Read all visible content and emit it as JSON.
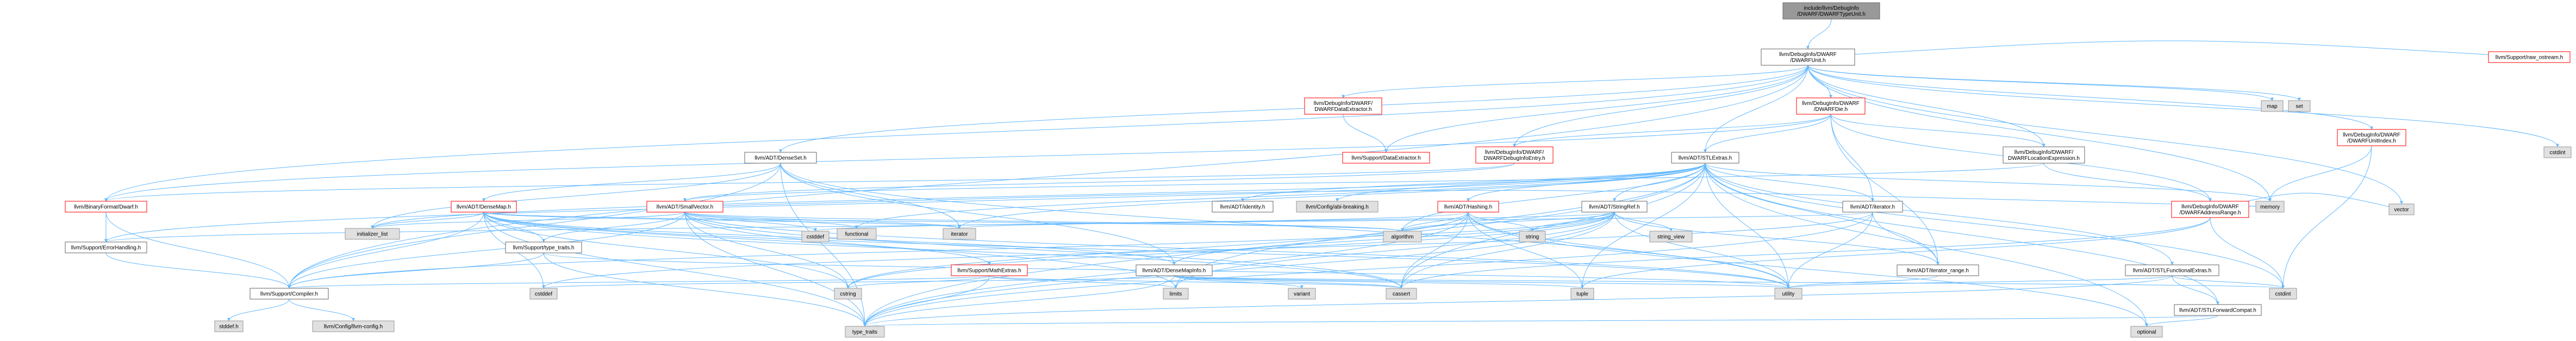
{
  "colors": {
    "root_fill": "#999999",
    "root_stroke": "#666666",
    "node_fill": "#ffffff",
    "node_stroke": "#666666",
    "missing_stroke": "#ff0000",
    "system_fill": "#e0e0e0",
    "system_stroke": "#999999",
    "edge_color": "#63b8ff",
    "arrow_color": "#63b8ff"
  },
  "nodes": [
    {
      "id": "root",
      "label": [
        "include/llvm/DebugInfo",
        "/DWARF/DWARFTypeUnit.h"
      ],
      "style": "root"
    },
    {
      "id": "dwarfunit",
      "label": [
        "llvm/DebugInfo/DWARF",
        "/DWARFUnit.h"
      ],
      "style": "normal"
    },
    {
      "id": "raw_ostream",
      "label": [
        "llvm/Support/raw_ostream.h"
      ],
      "style": "missing"
    },
    {
      "id": "cstdint_top",
      "label": [
        "cstdint"
      ],
      "style": "system"
    },
    {
      "id": "dwarfdataext",
      "label": [
        "llvm/DebugInfo/DWARF/",
        "DWARFDataExtractor.h"
      ],
      "style": "missing"
    },
    {
      "id": "dwarfdie",
      "label": [
        "llvm/DebugInfo/DWARF",
        "/DWARFDie.h"
      ],
      "style": "missing"
    },
    {
      "id": "dwarfunitindex",
      "label": [
        "llvm/DebugInfo/DWARF",
        "/DWARFUnitIndex.h"
      ],
      "style": "missing"
    },
    {
      "id": "map",
      "label": [
        "map"
      ],
      "style": "system"
    },
    {
      "id": "set",
      "label": [
        "set"
      ],
      "style": "system"
    },
    {
      "id": "densemset",
      "label": [
        "llvm/ADT/DenseSet.h"
      ],
      "style": "normal"
    },
    {
      "id": "stlextras",
      "label": [
        "llvm/ADT/STLExtras.h"
      ],
      "style": "normal"
    },
    {
      "id": "dwarfdebuginfoentry",
      "label": [
        "llvm/DebugInfo/DWARF/",
        "DWARFDebugInfoEntry.h"
      ],
      "style": "missing"
    },
    {
      "id": "dataextractor",
      "label": [
        "llvm/Support/DataExtractor.h"
      ],
      "style": "missing"
    },
    {
      "id": "dwarflocexpr",
      "label": [
        "llvm/DebugInfo/DWARF/",
        "DWARFLocationExpression.h"
      ],
      "style": "normal"
    },
    {
      "id": "binaryformat",
      "label": [
        "llvm/BinaryFormat/Dwarf.h"
      ],
      "style": "missing"
    },
    {
      "id": "densemap",
      "label": [
        "llvm/ADT/DenseMap.h"
      ],
      "style": "missing"
    },
    {
      "id": "smallvector",
      "label": [
        "llvm/ADT/SmallVector.h"
      ],
      "style": "missing"
    },
    {
      "id": "identity",
      "label": [
        "llvm/ADT/identity.h"
      ],
      "style": "normal"
    },
    {
      "id": "abibreaking",
      "label": [
        "llvm/Config/abi-breaking.h"
      ],
      "style": "system"
    },
    {
      "id": "hashing",
      "label": [
        "llvm/ADT/Hashing.h"
      ],
      "style": "missing"
    },
    {
      "id": "stringref",
      "label": [
        "llvm/ADT/StringRef.h"
      ],
      "style": "normal"
    },
    {
      "id": "iterator",
      "label": [
        "llvm/ADT/iterator.h"
      ],
      "style": "normal"
    },
    {
      "id": "dwarfaddrrange",
      "label": [
        "llvm/DebugInfo/DWARF",
        "/DWARFAddressRange.h"
      ],
      "style": "missing"
    },
    {
      "id": "memory",
      "label": [
        "memory"
      ],
      "style": "system"
    },
    {
      "id": "vector",
      "label": [
        "vector"
      ],
      "style": "system"
    },
    {
      "id": "errorhandling",
      "label": [
        "llvm/Support/ErrorHandling.h"
      ],
      "style": "normal"
    },
    {
      "id": "initializer_list",
      "label": [
        "initializer_list"
      ],
      "style": "system"
    },
    {
      "id": "typetraits_sup",
      "label": [
        "llvm/Support/type_traits.h"
      ],
      "style": "normal"
    },
    {
      "id": "cstddef_mid",
      "label": [
        "cstddef"
      ],
      "style": "system"
    },
    {
      "id": "functional",
      "label": [
        "functional"
      ],
      "style": "system"
    },
    {
      "id": "iterator_sys",
      "label": [
        "iterator"
      ],
      "style": "system"
    },
    {
      "id": "mathextras",
      "label": [
        "llvm/Support/MathExtras.h"
      ],
      "style": "missing"
    },
    {
      "id": "algorithm",
      "label": [
        "algorithm"
      ],
      "style": "system"
    },
    {
      "id": "densemapinfo",
      "label": [
        "llvm/ADT/DenseMapInfo.h"
      ],
      "style": "normal"
    },
    {
      "id": "string",
      "label": [
        "string"
      ],
      "style": "system"
    },
    {
      "id": "string_view",
      "label": [
        "string_view"
      ],
      "style": "system"
    },
    {
      "id": "iterator_range",
      "label": [
        "llvm/ADT/iterator_range.h"
      ],
      "style": "normal"
    },
    {
      "id": "stlfunctional",
      "label": [
        "llvm/ADT/STLFunctionalExtras.h"
      ],
      "style": "normal"
    },
    {
      "id": "compiler",
      "label": [
        "llvm/Support/Compiler.h"
      ],
      "style": "normal"
    },
    {
      "id": "cstddef_low",
      "label": [
        "cstddef"
      ],
      "style": "system"
    },
    {
      "id": "cstring",
      "label": [
        "cstring"
      ],
      "style": "system"
    },
    {
      "id": "limits",
      "label": [
        "limits"
      ],
      "style": "system"
    },
    {
      "id": "variant",
      "label": [
        "variant"
      ],
      "style": "system"
    },
    {
      "id": "cassert",
      "label": [
        "cassert"
      ],
      "style": "system"
    },
    {
      "id": "tuple",
      "label": [
        "tuple"
      ],
      "style": "system"
    },
    {
      "id": "utility",
      "label": [
        "utility"
      ],
      "style": "system"
    },
    {
      "id": "cstdint_low",
      "label": [
        "cstdint"
      ],
      "style": "system"
    },
    {
      "id": "stlforwardcompat",
      "label": [
        "llvm/ADT/STLForwardCompat.h"
      ],
      "style": "normal"
    },
    {
      "id": "stddef",
      "label": [
        "stddef.h"
      ],
      "style": "system"
    },
    {
      "id": "llvmconfig",
      "label": [
        "llvm/Config/llvm-config.h"
      ],
      "style": "system"
    },
    {
      "id": "type_traits",
      "label": [
        "type_traits"
      ],
      "style": "system"
    },
    {
      "id": "optional",
      "label": [
        "optional"
      ],
      "style": "system"
    }
  ],
  "edges": [
    [
      "root",
      "dwarfunit"
    ],
    [
      "dwarfunit",
      "raw_ostream"
    ],
    [
      "dwarfunit",
      "cstdint_top"
    ],
    [
      "dwarfunit",
      "dwarfdataext"
    ],
    [
      "dwarfunit",
      "dwarfdie"
    ],
    [
      "dwarfunit",
      "dwarfunitindex"
    ],
    [
      "dwarfunit",
      "map"
    ],
    [
      "dwarfunit",
      "set"
    ],
    [
      "dwarfunit",
      "densemset"
    ],
    [
      "dwarfunit",
      "stlextras"
    ],
    [
      "dwarfunit",
      "dwarfdebuginfoentry"
    ],
    [
      "dwarfunit",
      "dataextractor"
    ],
    [
      "dwarfunit",
      "dwarflocexpr"
    ],
    [
      "dwarfunit",
      "binaryformat"
    ],
    [
      "dwarfunit",
      "memory"
    ],
    [
      "dwarfunit",
      "vector"
    ],
    [
      "dwarfunit",
      "compiler"
    ],
    [
      "dwarfdataext",
      "dataextractor"
    ],
    [
      "dwarfdie",
      "stlextras"
    ],
    [
      "dwarfdie",
      "iterator"
    ],
    [
      "dwarfdie",
      "iterator_range"
    ],
    [
      "dwarfdie",
      "dwarfaddrrange"
    ],
    [
      "dwarfdie",
      "dwarfdebuginfoentry"
    ],
    [
      "dwarfdie",
      "binaryformat"
    ],
    [
      "dwarfdie",
      "dwarflocexpr"
    ],
    [
      "dwarfunitindex",
      "memory"
    ],
    [
      "dwarfunitindex",
      "cstdint_low"
    ],
    [
      "densemset",
      "densemap"
    ],
    [
      "densemset",
      "densemapinfo"
    ],
    [
      "densemset",
      "iterator_sys"
    ],
    [
      "densemset",
      "type_traits"
    ],
    [
      "densemset",
      "initializer_list"
    ],
    [
      "densemset",
      "utility"
    ],
    [
      "densemset",
      "compiler"
    ],
    [
      "stlextras",
      "stringref"
    ],
    [
      "stlextras",
      "identity"
    ],
    [
      "stlextras",
      "abibreaking"
    ],
    [
      "stlextras",
      "hashing"
    ],
    [
      "stlextras",
      "iterator"
    ],
    [
      "stlextras",
      "iterator_range"
    ],
    [
      "stlextras",
      "stlfunctional"
    ],
    [
      "stlextras",
      "stlforwardcompat"
    ],
    [
      "stlextras",
      "errorhandling"
    ],
    [
      "stlextras",
      "algorithm"
    ],
    [
      "stlextras",
      "cassert"
    ],
    [
      "stlextras",
      "cstdint_low"
    ],
    [
      "stlextras",
      "functional"
    ],
    [
      "stlextras",
      "initializer_list"
    ],
    [
      "stlextras",
      "iterator_sys"
    ],
    [
      "stlextras",
      "limits"
    ],
    [
      "stlextras",
      "memory"
    ],
    [
      "stlextras",
      "optional"
    ],
    [
      "stlextras",
      "tuple"
    ],
    [
      "stlextras",
      "type_traits"
    ],
    [
      "stlextras",
      "utility"
    ],
    [
      "dwarfdebuginfoentry",
      "binaryformat"
    ],
    [
      "dwarfdebuginfoentry",
      "smallvector"
    ],
    [
      "dwarflocexpr",
      "dwarfaddrrange"
    ],
    [
      "dwarflocexpr",
      "smallvector"
    ],
    [
      "binaryformat",
      "errorhandling"
    ],
    [
      "binaryformat",
      "compiler"
    ],
    [
      "densemap",
      "densemapinfo"
    ],
    [
      "densemap",
      "mathextras"
    ],
    [
      "densemap",
      "compiler"
    ],
    [
      "densemap",
      "typetraits_sup"
    ],
    [
      "densemap",
      "algorithm"
    ],
    [
      "densemap",
      "cassert"
    ],
    [
      "densemap",
      "cstddef_low"
    ],
    [
      "densemap",
      "cstring"
    ],
    [
      "densemap",
      "initializer_list"
    ],
    [
      "densemap",
      "iterator_sys"
    ],
    [
      "densemap",
      "new"
    ],
    [
      "densemap",
      "type_traits"
    ],
    [
      "densemap",
      "utility"
    ],
    [
      "smallvector",
      "compiler"
    ],
    [
      "smallvector",
      "typetraits_sup"
    ],
    [
      "smallvector",
      "algorithm"
    ],
    [
      "smallvector",
      "cassert"
    ],
    [
      "smallvector",
      "cstddef_mid"
    ],
    [
      "smallvector",
      "cstring"
    ],
    [
      "smallvector",
      "functional"
    ],
    [
      "smallvector",
      "initializer_list"
    ],
    [
      "smallvector",
      "iterator_sys"
    ],
    [
      "smallvector",
      "limits"
    ],
    [
      "smallvector",
      "memory"
    ],
    [
      "smallvector",
      "type_traits"
    ],
    [
      "smallvector",
      "utility"
    ],
    [
      "hashing",
      "errorhandling"
    ],
    [
      "hashing",
      "algorithm"
    ],
    [
      "hashing",
      "cassert"
    ],
    [
      "hashing",
      "cstring"
    ],
    [
      "hashing",
      "optional"
    ],
    [
      "hashing",
      "string"
    ],
    [
      "hashing",
      "tuple"
    ],
    [
      "hashing",
      "utility"
    ],
    [
      "hashing",
      "type_traits"
    ],
    [
      "stringref",
      "densemapinfo"
    ],
    [
      "stringref",
      "iterator_range"
    ],
    [
      "stringref",
      "compiler"
    ],
    [
      "stringref",
      "algorithm"
    ],
    [
      "stringref",
      "cassert"
    ],
    [
      "stringref",
      "cstddef_mid"
    ],
    [
      "stringref",
      "cstring"
    ],
    [
      "stringref",
      "limits"
    ],
    [
      "stringref",
      "string"
    ],
    [
      "stringref",
      "string_view"
    ],
    [
      "stringref",
      "type_traits"
    ],
    [
      "stringref",
      "utility"
    ],
    [
      "iterator",
      "iterator_range"
    ],
    [
      "iterator",
      "cstddef_low"
    ],
    [
      "iterator",
      "iterator_sys"
    ],
    [
      "iterator",
      "type_traits"
    ],
    [
      "iterator",
      "utility"
    ],
    [
      "dwarfaddrrange",
      "cassert"
    ],
    [
      "dwarfaddrrange",
      "cstdint_low"
    ],
    [
      "dwarfaddrrange",
      "tuple"
    ],
    [
      "dwarfaddrrange",
      "vector"
    ],
    [
      "errorhandling",
      "compiler"
    ],
    [
      "typetraits_sup",
      "compiler"
    ],
    [
      "typetraits_sup",
      "type_traits"
    ],
    [
      "typetraits_sup",
      "utility"
    ],
    [
      "mathextras",
      "compiler"
    ],
    [
      "mathextras",
      "cassert"
    ],
    [
      "mathextras",
      "climits"
    ],
    [
      "mathextras",
      "cstring"
    ],
    [
      "mathextras",
      "limits"
    ],
    [
      "mathextras",
      "type_traits"
    ],
    [
      "densemapinfo",
      "cassert"
    ],
    [
      "densemapinfo",
      "cstddef_low"
    ],
    [
      "densemapinfo",
      "cstdint_low"
    ],
    [
      "densemapinfo",
      "tuple"
    ],
    [
      "densemapinfo",
      "type_traits"
    ],
    [
      "densemapinfo",
      "utility"
    ],
    [
      "densemapinfo",
      "variant"
    ],
    [
      "iterator_range",
      "utility"
    ],
    [
      "stlfunctional",
      "stlforwardcompat"
    ],
    [
      "stlfunctional",
      "cstdint_low"
    ],
    [
      "stlfunctional",
      "type_traits"
    ],
    [
      "stlfunctional",
      "utility"
    ],
    [
      "compiler",
      "stddef"
    ],
    [
      "compiler",
      "llvmconfig"
    ],
    [
      "stlforwardcompat",
      "optional"
    ],
    [
      "stlforwardcompat",
      "type_traits"
    ]
  ]
}
